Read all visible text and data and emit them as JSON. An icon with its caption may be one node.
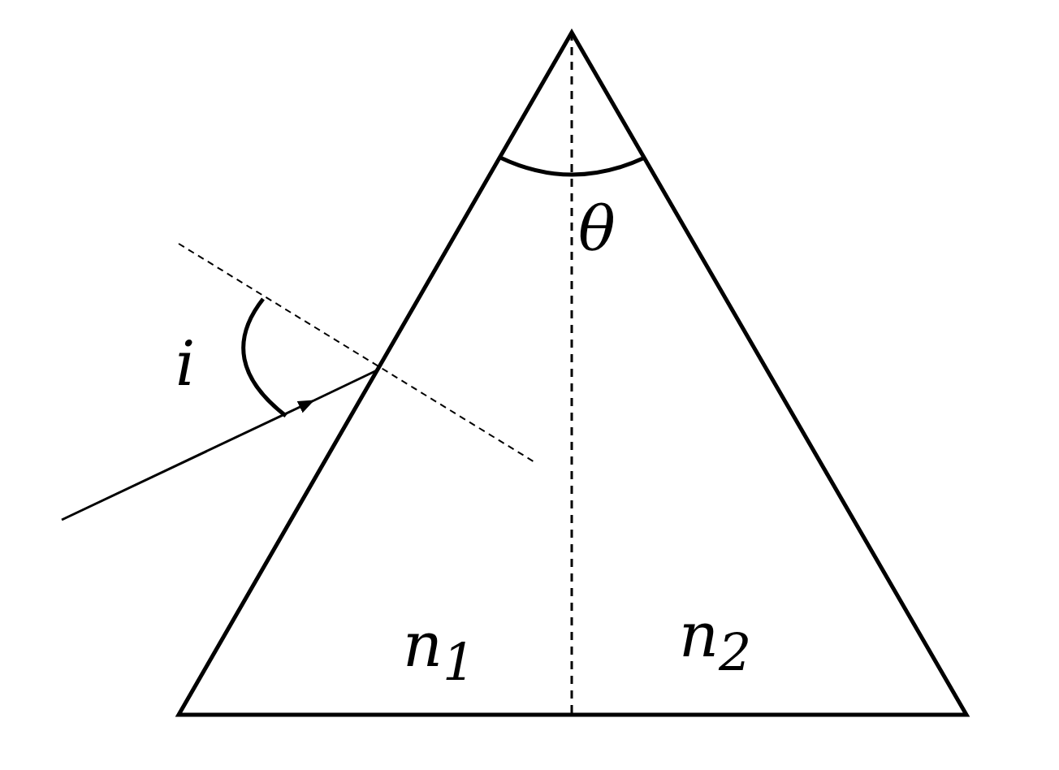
{
  "diagram": {
    "labels": [
      "θ",
      "i",
      "n$_{1}$",
      "n$_{2}$"
    ]
  }
}
